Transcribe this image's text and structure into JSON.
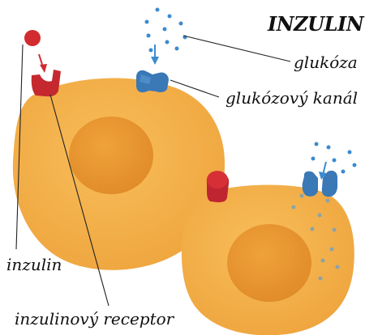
{
  "title": "INZULIN",
  "labels": {
    "glucose": "glukóza",
    "glucose_channel": "glukózový kanál",
    "insulin": "inzulin",
    "insulin_receptor": "inzulinový receptor"
  },
  "colors": {
    "cell": "#f3ae45",
    "nucleus": "#e5902c",
    "insulin": "#cf2a30",
    "receptor": "#c5282f",
    "channel": "#3a78b6",
    "glucose": "#3b8bd0",
    "leader_line": "#222222"
  }
}
